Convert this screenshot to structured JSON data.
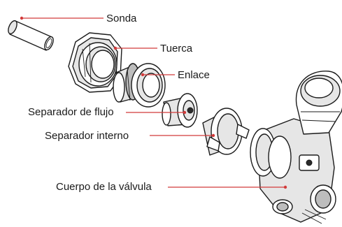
{
  "labels": {
    "sonda": "Sonda",
    "tuerca": "Tuerca",
    "enlace": "Enlace",
    "separador_flujo": "Separador de flujo",
    "separador_interno": "Separador interno",
    "cuerpo_valvula": "Cuerpo de la válvula"
  },
  "colors": {
    "leader": "#d23a3a",
    "outline": "#1b1b1b",
    "text": "#1a1a1a"
  }
}
